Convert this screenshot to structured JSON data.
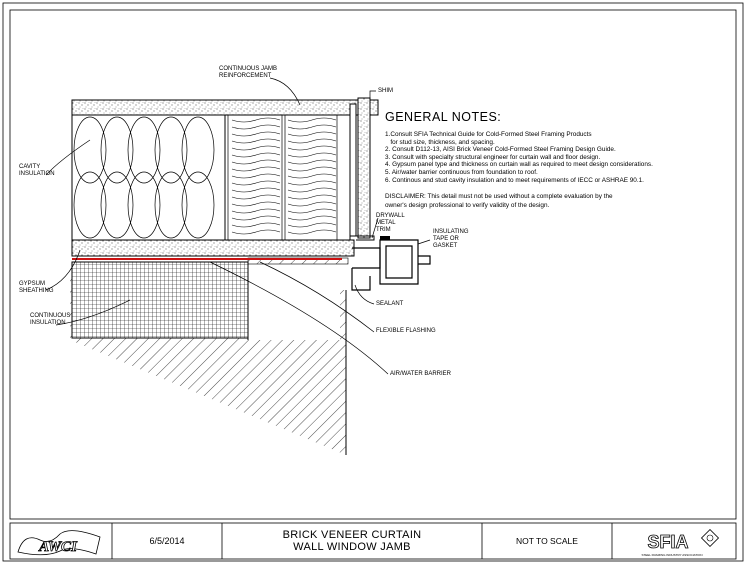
{
  "drawing": {
    "labels": {
      "jamb_reinforcement": "CONTINUOUS JAMB\nREINFORCEMENT",
      "shim": "SHIM",
      "cavity_insulation": "CAVITY\nINSULATION",
      "gypsum_sheathing": "GYPSUM\nSHEATHING",
      "continuous_insulation": "CONTINUOUS\nINSULATION",
      "drywall_trim": "DRYWALL\nMETAL\nTRIM",
      "insulating_tape": "INSULATING\nTAPE OR\nGASKET",
      "sealant": "SEALANT",
      "flexible_flashing": "FLEXIBLE FLASHING",
      "air_water_barrier": "AIR/WATER BARRIER"
    },
    "colors": {
      "line": "#000000",
      "air_barrier": "#cc1111"
    }
  },
  "notes": {
    "title": "GENERAL NOTES:",
    "items": [
      "1.Consult SFIA Technical Guide for Cold-Formed Steel Framing Products",
      "   for stud size, thickness, and spacing.",
      "2. Consult D112-13, AISI Brick Veneer Cold-Formed Steel Framing Design Guide.",
      "3. Consult with specialty structural engineer for curtain wall and floor design.",
      "4. Gypsum panel type and thickness on curtain wall as required to meet design considerations.",
      "5. Air/water barrier continuous from foundation to roof.",
      "6. Continous and stud cavity insulation and to meet requirements of IECC or ASHRAE 90.1."
    ],
    "disclaimer": "DISCLAIMER: This detail must not be used without a complete evaluation by the\nowner's design professional to verify validity of the design."
  },
  "title_block": {
    "logo_left": "AWCI",
    "date": "6/5/2014",
    "title": "BRICK VENEER CURTAIN\nWALL WINDOW JAMB",
    "scale": "NOT TO SCALE",
    "logo_right": "SFIA",
    "logo_right_sub": "STEEL FRAMING INDUSTRY ASSOCIATION"
  }
}
